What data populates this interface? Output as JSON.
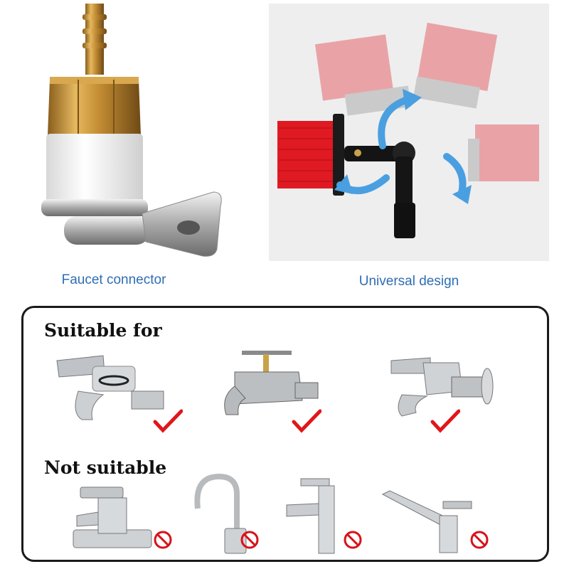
{
  "captions": {
    "left": "Faucet connector",
    "right": "Universal design"
  },
  "suitable": {
    "heading": "Suitable for",
    "items": [
      {
        "icon": "check-icon"
      },
      {
        "icon": "check-icon"
      },
      {
        "icon": "check-icon"
      }
    ]
  },
  "not_suitable": {
    "heading": "Not suitable",
    "items": [
      {
        "icon": "prohibited-icon"
      },
      {
        "icon": "prohibited-icon"
      },
      {
        "icon": "prohibited-icon"
      },
      {
        "icon": "prohibited-icon"
      }
    ]
  },
  "colors": {
    "caption": "#2f6db5",
    "check": "#e0161b",
    "prohibit": "#d8121a",
    "arrow": "#4a9fe0",
    "brush": "#e01a22"
  }
}
